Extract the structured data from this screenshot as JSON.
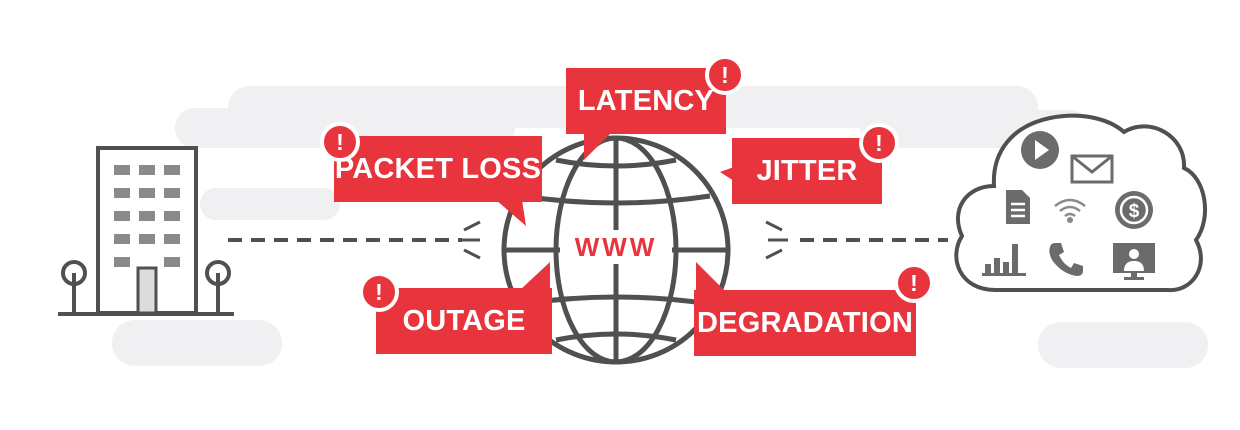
{
  "colors": {
    "accent_red": "#e8343c",
    "outline_gray": "#505050",
    "icon_gray": "#6b6b6b",
    "background_blob": "#f0f0f2"
  },
  "globe": {
    "label": "WWW"
  },
  "issues": {
    "latency": "LATENCY",
    "packet_loss": "PACKET LOSS",
    "jitter": "JITTER",
    "outage": "OUTAGE",
    "degradation": "DEGRADATION",
    "alert_symbol": "!"
  },
  "left_endpoint": {
    "icon": "office-building-icon"
  },
  "right_endpoint": {
    "icon": "cloud-icon",
    "service_icons": [
      "play-icon",
      "mail-icon",
      "document-icon",
      "wifi-icon",
      "dollar-icon",
      "bar-chart-icon",
      "phone-icon",
      "video-conference-icon"
    ]
  }
}
